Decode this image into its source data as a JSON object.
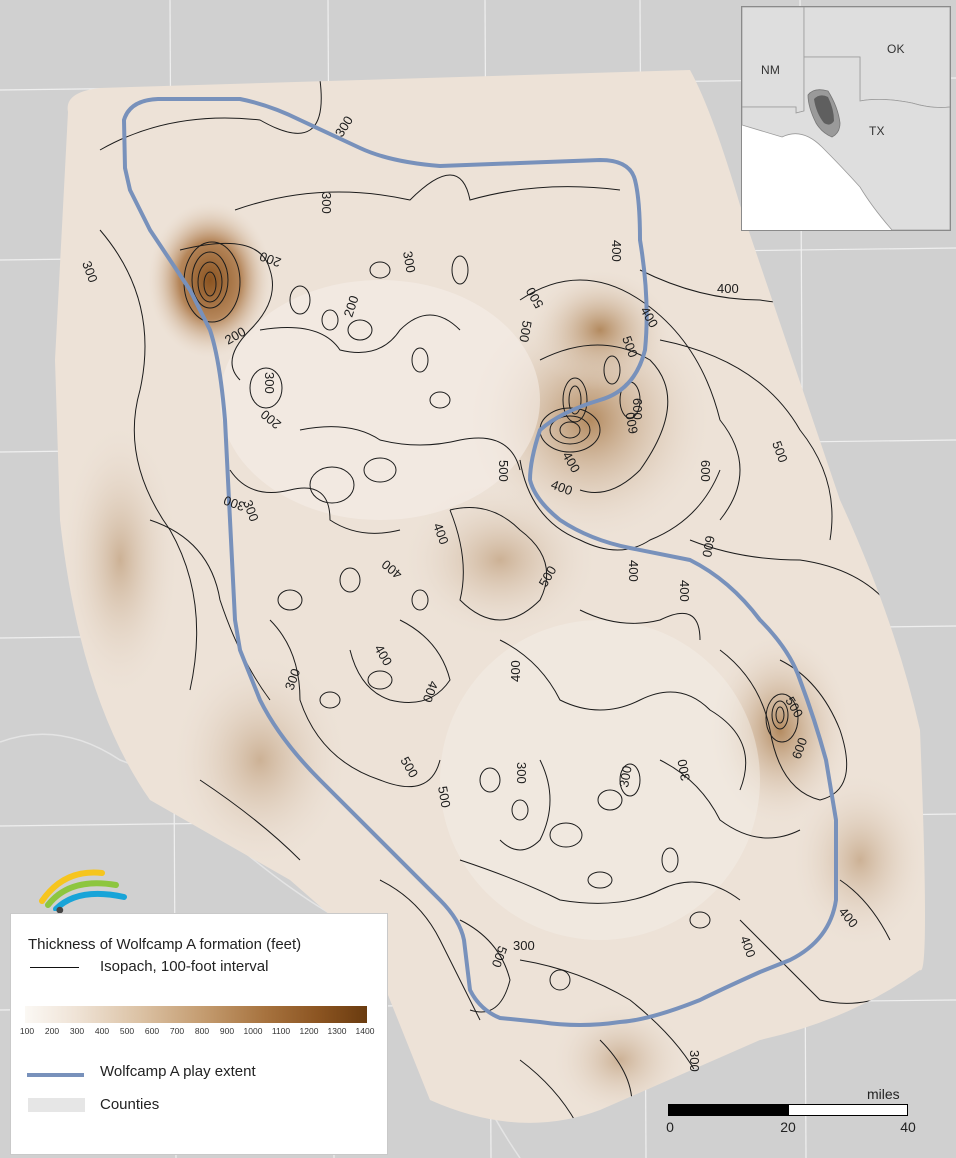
{
  "map": {
    "colors": {
      "background": "#d0d0d0",
      "county_lines": "#eeeeee",
      "study_area": "#ede2d7",
      "play_extent": "#7891bb",
      "isopach": "#1c1c1c"
    },
    "inset": {
      "labels": {
        "nm": "NM",
        "ok": "OK",
        "tx": "TX"
      }
    },
    "contour_labels": [
      "300",
      "300",
      "300",
      "300",
      "200",
      "200",
      "200",
      "200",
      "300",
      "300",
      "400",
      "400",
      "400",
      "500",
      "500",
      "500",
      "600",
      "600",
      "600",
      "600",
      "500",
      "400",
      "400",
      "400",
      "500",
      "500",
      "400",
      "400",
      "400",
      "300",
      "300",
      "300",
      "400",
      "400",
      "500",
      "500",
      "400",
      "300",
      "300",
      "300",
      "500",
      "600",
      "500",
      "400",
      "400",
      "300"
    ]
  },
  "legend": {
    "title": "Thickness of Wolfcamp A formation (feet)",
    "isopach_label": "Isopach, 100-foot interval",
    "ramp_ticks": [
      "100",
      "200",
      "300",
      "400",
      "500",
      "600",
      "700",
      "800",
      "900",
      "1000",
      "1100",
      "1200",
      "1300",
      "1400"
    ],
    "play_extent_label": "Wolfcamp A play extent",
    "counties_label": "Counties"
  },
  "scale_bar": {
    "unit": "miles",
    "ticks": [
      "0",
      "20",
      "40"
    ]
  },
  "logo": {
    "text": "eia",
    "colors": [
      "#f6c51e",
      "#8dc63f",
      "#18a4d8"
    ]
  }
}
